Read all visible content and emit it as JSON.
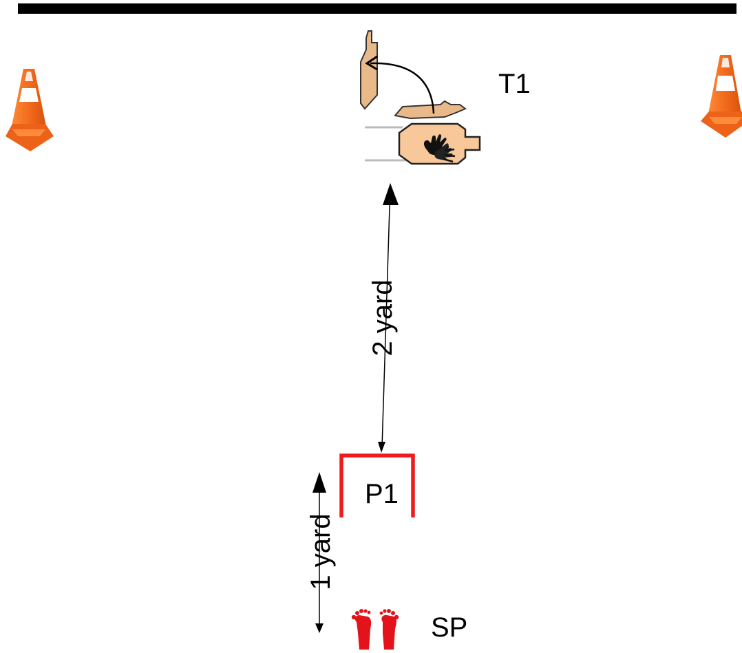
{
  "diagram": {
    "labels": {
      "target": "T1",
      "position": "P1",
      "start": "SP",
      "distance_target": "2 yard",
      "distance_start": "1 yard"
    },
    "colors": {
      "wall": "#000000",
      "fault_line": "#ee1c1c",
      "target_fill": "#f8c79a",
      "target_paper": "#e9b98a",
      "cone_orange": "#f26b1d",
      "cone_white": "#ffffff",
      "footprint": "#e4121b"
    },
    "icons": [
      "traffic-cone-icon",
      "target-icon",
      "hand-icon",
      "footprints-icon"
    ]
  }
}
